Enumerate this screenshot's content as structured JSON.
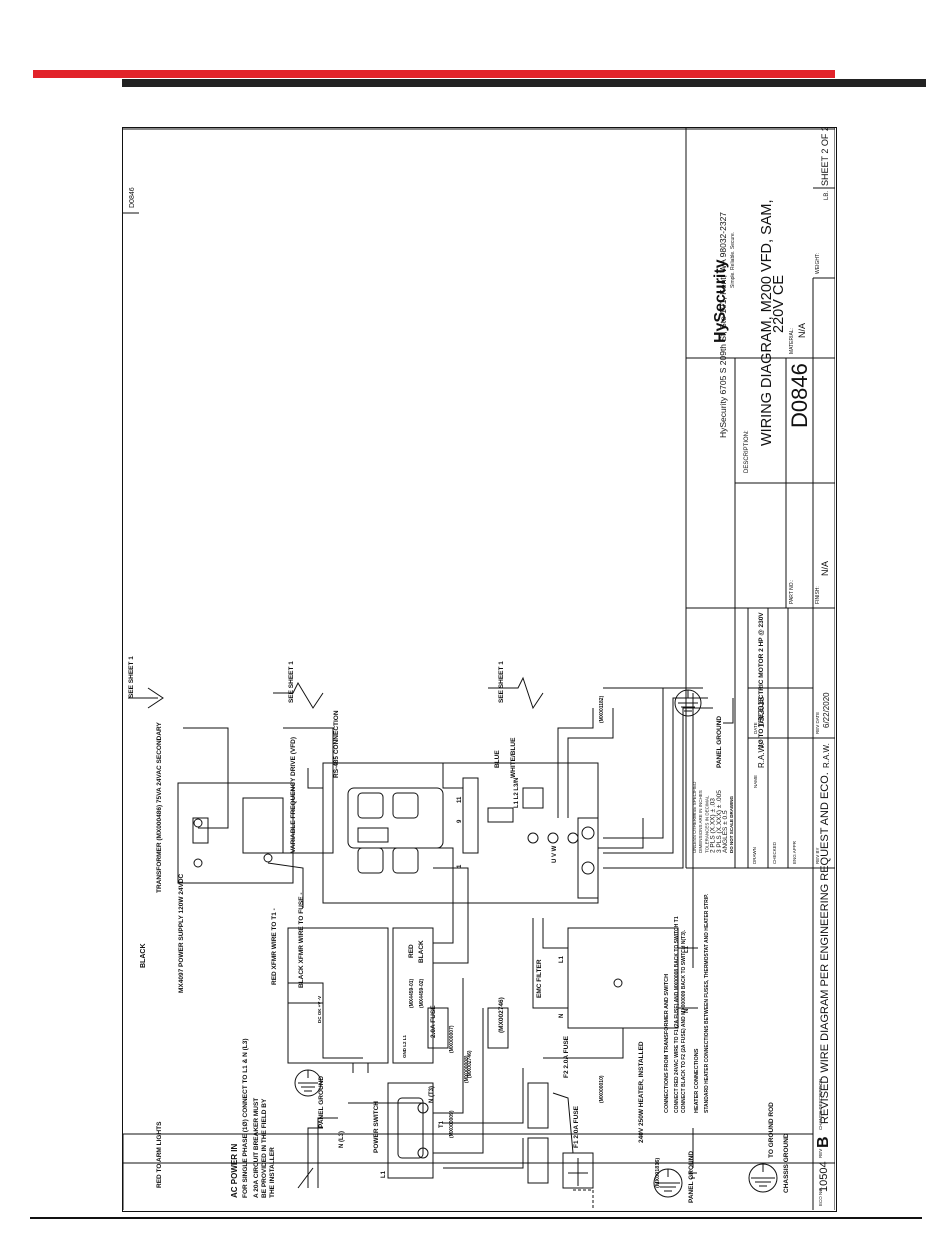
{
  "title_block": {
    "company": "HySecurity",
    "tagline": "Simple. Reliable. Secure.",
    "address": "HySecurity 6705 S 209th St, Ste 101, Kent, WA 98032-2327",
    "description_label": "DESCRIPTION:",
    "description_line1": "WIRING DIAGRAM, M200 VFD, SAM,",
    "description_line2": "220V CE",
    "part_label": "PART NO.:",
    "part_number": "D0846",
    "material_label": "MATERIAL:",
    "material": "N/A",
    "finish_label": "FINISH:",
    "finish": "N/A",
    "weight_label": "WEIGHT:",
    "weight": "LB.",
    "sheet": "SHEET 2 OF 2",
    "corner_id": "D0846",
    "tolerance_lines": [
      "UNLESS OTHERWISE SPECIFIED",
      "DIMENSIONS ARE IN INCHES",
      "TOLERANCES IN DECIMAL",
      "2 PLS (X.XX) ± .03",
      "3 PLS (X.XXX) ± .005",
      "ANGLES ± 0.5",
      "DO NOT SCALE DRAWING"
    ],
    "drawn_label": "DRAWN",
    "drawn_by": "R.A.W.",
    "name_label": "NAME",
    "date_label": "DATE",
    "drawn_date": "1/3/2018",
    "checked_label": "CHECKED",
    "eng_appr_label": "ENG APPR",
    "rev_by_label": "REV BY",
    "rev_by": "R.A.W.",
    "rev_date_label": "REV DATE",
    "rev_date": "6/22/2020"
  },
  "revision": {
    "eco_label": "ECO NO.",
    "eco": "10504",
    "rev_label": "REV",
    "rev": "B",
    "change_label": "CHANGE DESCRIPTION",
    "change": "REVISED WIRE DIAGRAM PER ENGINEERING REQUEST AND ECO."
  },
  "labels": {
    "ac_power_in": "AC POWER IN",
    "single_phase": "FOR SINGLE PHASE (1Ø) CONNECT TO L1 & N (L3)",
    "breaker_line1": "A 20A CIRCUIT BREAKER MUST",
    "breaker_line2": "BE PROVIDED IN THE FIELD BY",
    "breaker_line3": "THE INSTALLER",
    "red_to_arm": "RED TO ARM LIGHTS",
    "power_supply": "MX4097 POWER SUPPLY 120W 24VDC",
    "black": "BLACK",
    "transformer": "TRANSFORMER (MX000486) 75VA 24VAC SECONDARY",
    "see_sheet_1": "SEE SHEET 1",
    "red_xfmr": "RED XFMR WIRE TO T1 -",
    "black_xfmr": "BLACK XFMR WIRE TO FUSE -",
    "vfd": "VARIABLE FREQUENCY DRIVE (VFD)",
    "rs485": "RS-485 CONNECTION",
    "blue": "BLUE",
    "white_blue": "WHITE/BLUE",
    "motor": "3Ø TO THE ELECTRIC MOTOR 2 HP @ 230V",
    "panel_ground": "PANEL GROUND",
    "emc_filter": "EMC FILTER",
    "mx002746": "(MX002746)",
    "fuse_2a": "2.0A FUSE",
    "f1": "F1 2.0A FUSE",
    "f2": "F2 2.0A FUSE",
    "heater": "240V 250W HEATER, INSTALLED",
    "mx001816": "(MX001816)",
    "power_switch": "POWER SWITCH",
    "chassis_ground": "CHASSIS GROUND",
    "to_ground_rod": "TO GROUND ROD",
    "conn_title": "CONNECTIONS FROM TRANSFORMER AND SWITCH",
    "conn_1": "CONNECT RED 24VAC WIRE TO F1 (2A FUSE) AND MX00008 BACK TO SWITCH T1",
    "conn_2": "CONNECT BLACK TO F2 (2A FUSE) AND MX000009 BACK TO SWITCH N(T3).",
    "heater_conn_title": "HEATER CONNECTIONS",
    "heater_conn": "STANDARD HEATER CONNECTIONS BETWEEN FUSES, THERMOSTAT AND HEATER STRIP.",
    "red": "RED",
    "mx4459_01": "(MX4459-01)",
    "mx4459_02": "(MX4459-02)",
    "mx000007": "(MX000007)",
    "mx000008": "(MX000008)",
    "mx000009": "(MX000009)",
    "mx000010": "(MX000010)",
    "mx001182": "(MX001182)",
    "mx002746b": "(MX002746)",
    "t1": "T1",
    "n_t3": "N (T3)",
    "l1": "L1",
    "n_l3": "N (L3)",
    "term_1": "1",
    "term_9": "9",
    "term_11": "11",
    "l1l2l3n": "L1 L2 L3/N",
    "uvw": "U V W",
    "gnd_l2_l1": "GND L2 L1",
    "dc_out": "DC OK +V -V",
    "emc_l1": "L1",
    "emc_n": "N",
    "emc_l1b": "L1",
    "emc_nb": "N"
  }
}
